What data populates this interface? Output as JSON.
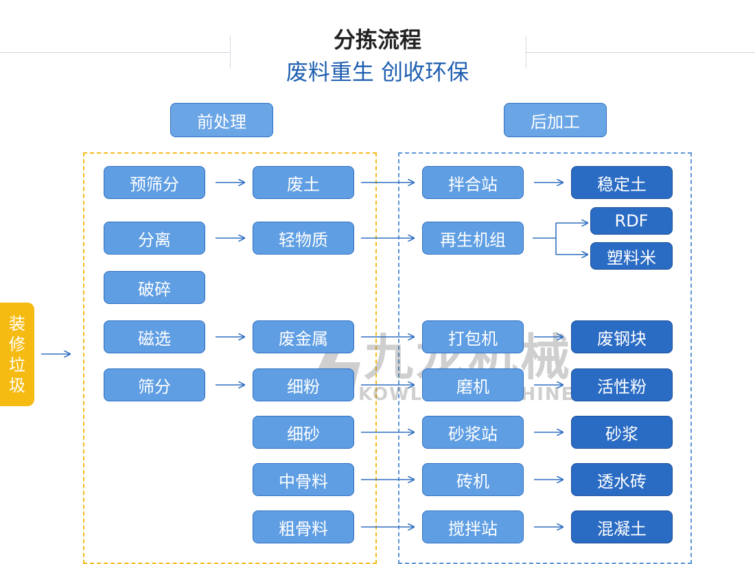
{
  "header": {
    "title": "分拣流程",
    "subtitle": "废料重生 创收环保"
  },
  "source": {
    "label": [
      "装",
      "修",
      "垃",
      "圾"
    ]
  },
  "sections": {
    "pre": "前处理",
    "post": "后加工"
  },
  "pre_steps": [
    "预筛分",
    "分离",
    "破碎",
    "磁选",
    "筛分"
  ],
  "materials": [
    "废土",
    "轻物质",
    "废金属",
    "细粉",
    "细砂",
    "中骨料",
    "粗骨料"
  ],
  "equipment": [
    "拌合站",
    "再生机组",
    "打包机",
    "磨机",
    "砂浆站",
    "砖机",
    "搅拌站"
  ],
  "products": {
    "p1": "稳定土",
    "rdf": "RDF",
    "plastic": "塑料米",
    "p3": "废钢块",
    "p4": "活性粉",
    "p5": "砂浆",
    "p6": "透水砖",
    "p7": "混凝土"
  },
  "watermark": {
    "brand_cn": "九龙机械",
    "brand_en": "KOWLOONMACHINERY"
  },
  "colors": {
    "box_light": "#5f9ee3",
    "box_dark": "#2a6bc4",
    "frame_yellow": "#f4bb1a",
    "frame_blue": "#5a95d6",
    "side_yellow": "#f6bb12",
    "accent_text": "#1f5fb0"
  }
}
